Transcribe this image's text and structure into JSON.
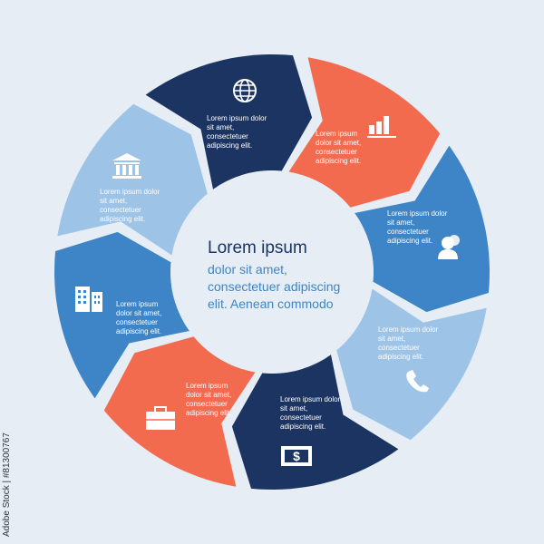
{
  "colors": {
    "navy": "#1c3461",
    "orange": "#f26b4f",
    "blue": "#3d85c6",
    "light": "#9dc3e6",
    "background": "#e6edf5"
  },
  "center": {
    "title": "Lorem ipsum",
    "lines": [
      "dolor sit amet,",
      "consectetuer adipiscing",
      "elit. Aenean commodo"
    ]
  },
  "segments": [
    {
      "color": "navy",
      "icon": "globe-icon",
      "lines": [
        "Lorem ipsum dolor",
        "sit amet,",
        "consectetuer",
        "adipiscing elit."
      ]
    },
    {
      "color": "orange",
      "icon": "bar-chart-icon",
      "lines": [
        "Lorem ipsum",
        "dolor sit amet,",
        "consectetuer",
        "adipiscing elit."
      ]
    },
    {
      "color": "blue",
      "icon": "user-group-icon",
      "lines": [
        "Lorem ipsum dolor",
        "sit amet,",
        "consectetuer",
        "adipiscing elit."
      ]
    },
    {
      "color": "light",
      "icon": "phone-icon",
      "lines": [
        "Lorem ipsum dolor",
        "sit amet,",
        "consectetuer",
        "adipiscing elit."
      ]
    },
    {
      "color": "navy",
      "icon": "dollar-bill-icon",
      "lines": [
        "Lorem ipsum dolor",
        "sit amet,",
        "consectetuer",
        "adipiscing elit."
      ]
    },
    {
      "color": "orange",
      "icon": "briefcase-icon",
      "lines": [
        "Lorem ipsum",
        "dolor sit amet,",
        "consectetuer",
        "adipiscing elit."
      ]
    },
    {
      "color": "blue",
      "icon": "office-buildings-icon",
      "lines": [
        "Lorem ipsum",
        "dolor sit amet,",
        "consectetuer",
        "adipiscing elit."
      ]
    },
    {
      "color": "light",
      "icon": "bank-icon",
      "lines": [
        "Lorem ipsum dolor",
        "sit amet,",
        "consectetuer",
        "adipiscing elit."
      ]
    }
  ],
  "credit": "Adobe Stock | #81300767"
}
